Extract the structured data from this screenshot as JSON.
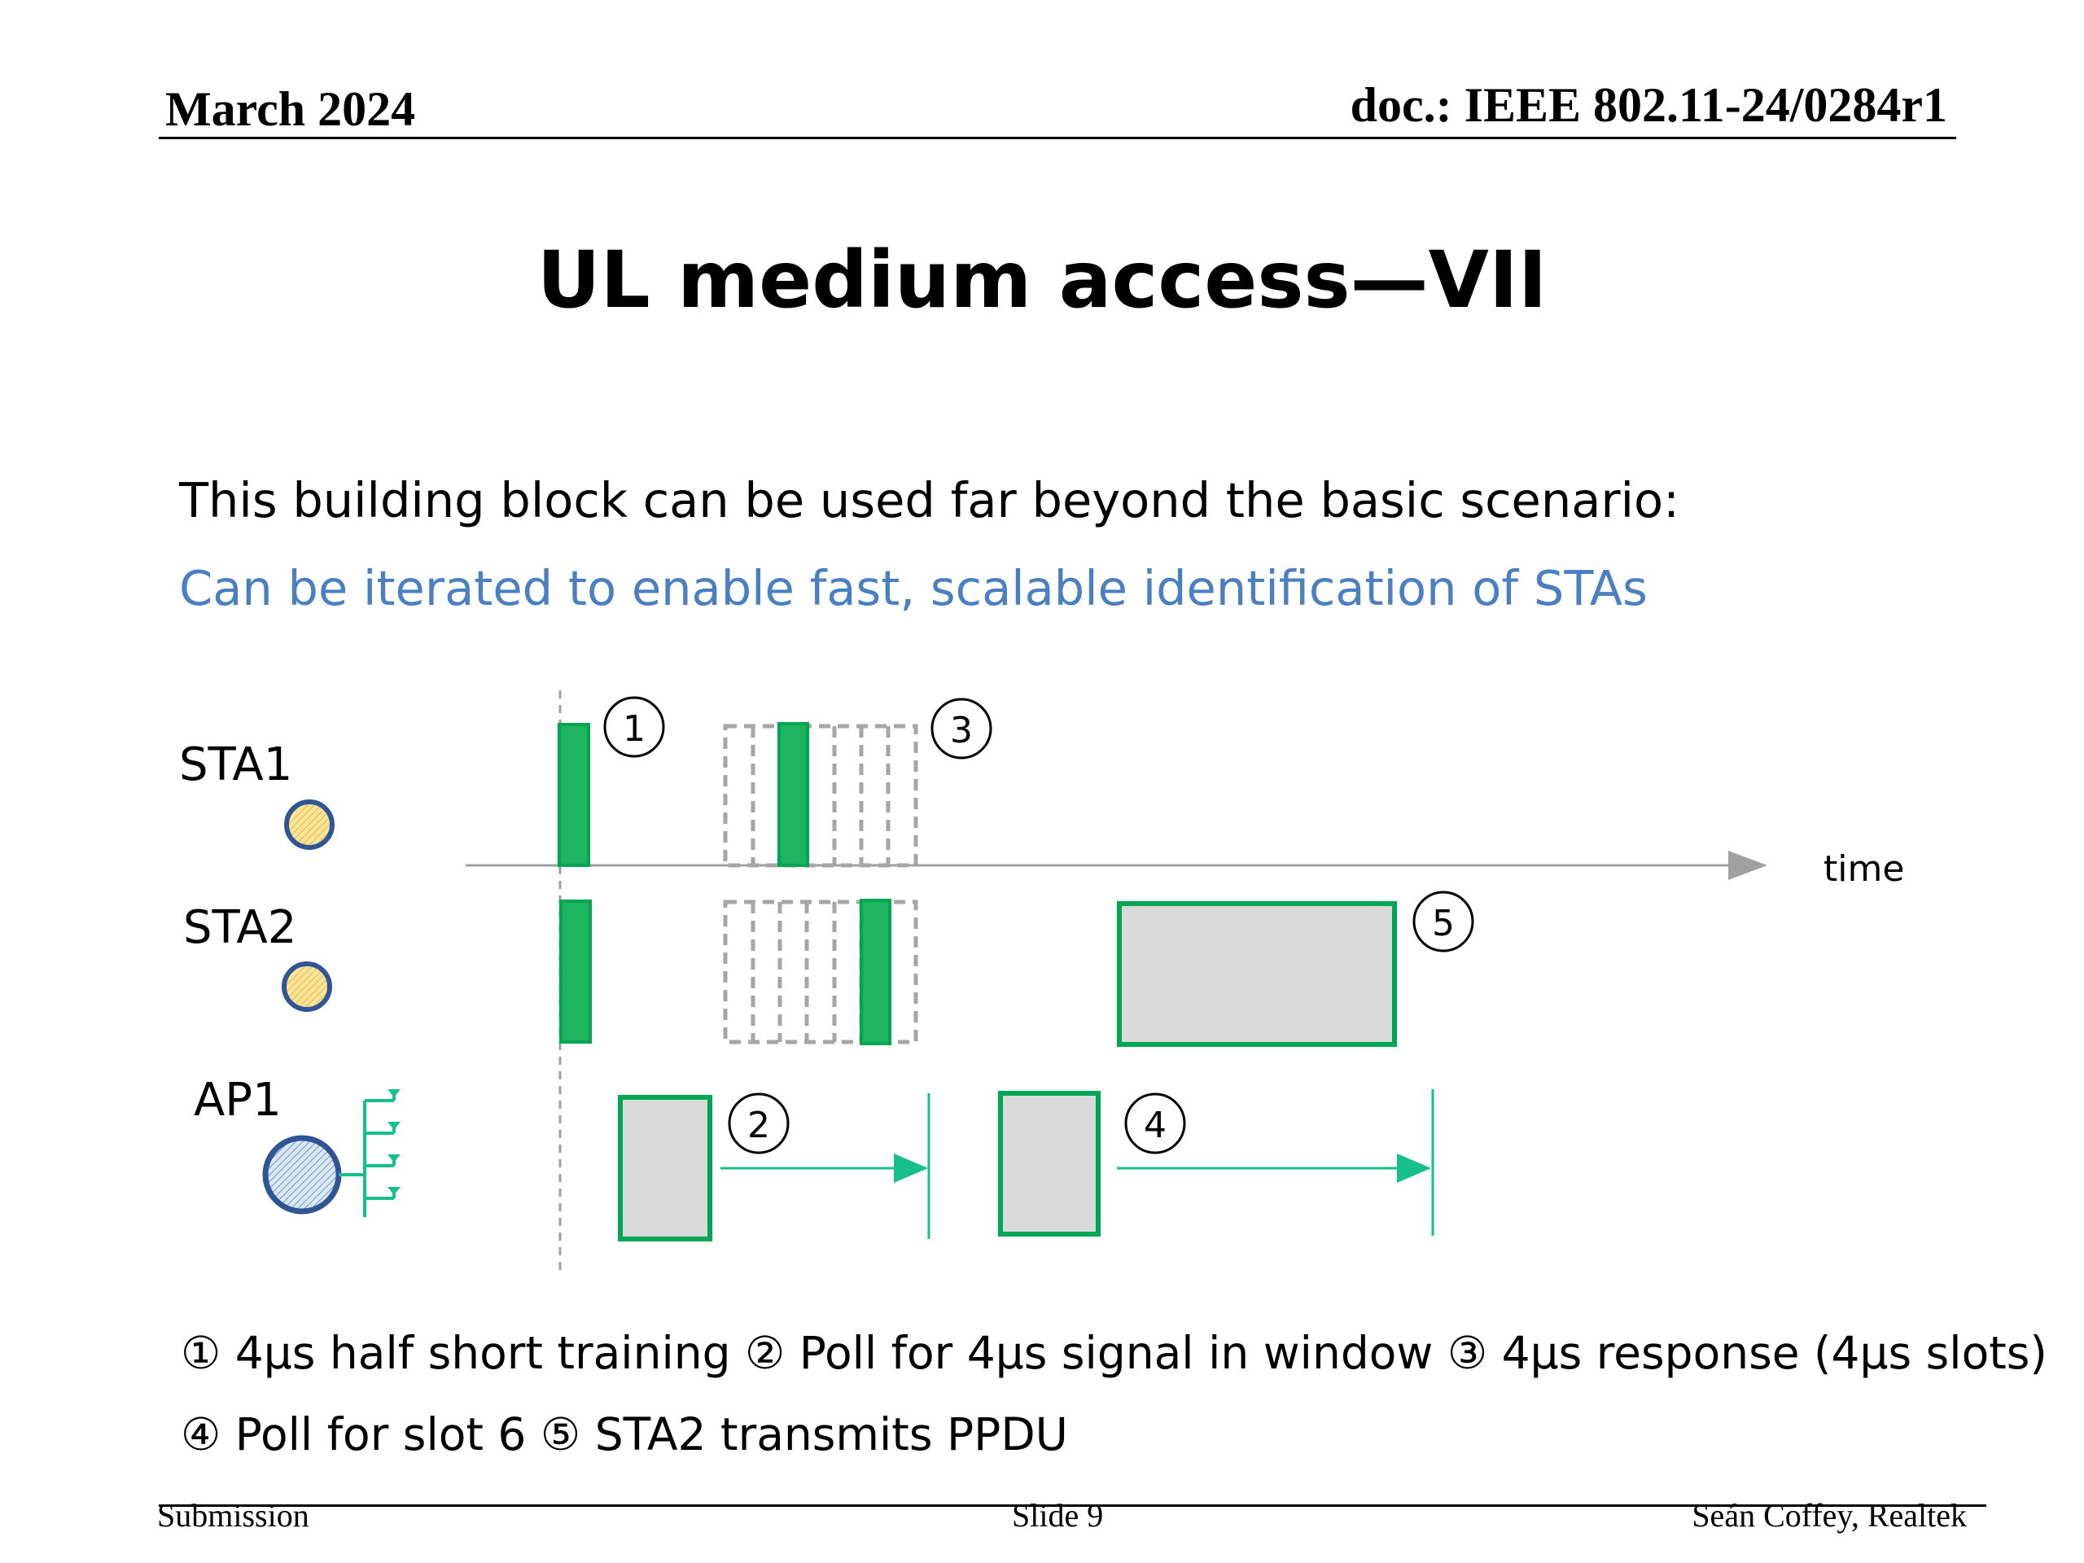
{
  "header": {
    "date": "March 2024",
    "doc": "doc.: IEEE 802.11-24/0284r1"
  },
  "title": "UL medium access—VII",
  "body": {
    "line1": "This building block can be used far beyond the basic scenario:",
    "line2": "Can be iterated to enable fast, scalable identification of STAs"
  },
  "diagram": {
    "rows": [
      "STA1",
      "STA2",
      "AP1"
    ],
    "axis_label": "time",
    "markers": [
      "1",
      "2",
      "3",
      "4",
      "5"
    ]
  },
  "legend": {
    "line1": "① 4µs half short training  ② Poll for 4µs signal in window ③ 4µs response (4µs slots)",
    "line2": "④ Poll for slot 6  ⑤ STA2 transmits PPDU"
  },
  "footer": {
    "left": "Submission",
    "center": "Slide 9",
    "right": "Seán Coffey, Realtek"
  },
  "colors": {
    "green": "#00a651",
    "block_green": "#1eb460",
    "gray_fill": "#d9d9d9",
    "dashed_gray": "#a6a6a6",
    "axis": "#a0a0a0",
    "teal_arrow": "#17c08a",
    "blue_text": "#4a7fc1",
    "node_fill": "#ffe599",
    "node_stroke": "#2f5597",
    "ap_fill": "#bdd7ee"
  }
}
